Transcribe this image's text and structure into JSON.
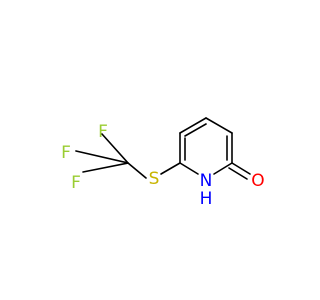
{
  "molecule": {
    "atoms": {
      "f_top": {
        "symbol": "F",
        "color": "#9acd32"
      },
      "f_left": {
        "symbol": "F",
        "color": "#9acd32"
      },
      "f_bot": {
        "symbol": "F",
        "color": "#9acd32"
      },
      "sulfur": {
        "symbol": "S",
        "color": "#c8b400"
      },
      "nitrogen": {
        "symbol": "N",
        "color": "#0000ff"
      },
      "hydrogen": {
        "symbol": "H",
        "color": "#0000ff"
      },
      "oxygen": {
        "symbol": "O",
        "color": "#ff0000"
      }
    },
    "bond_color": "#000000"
  }
}
